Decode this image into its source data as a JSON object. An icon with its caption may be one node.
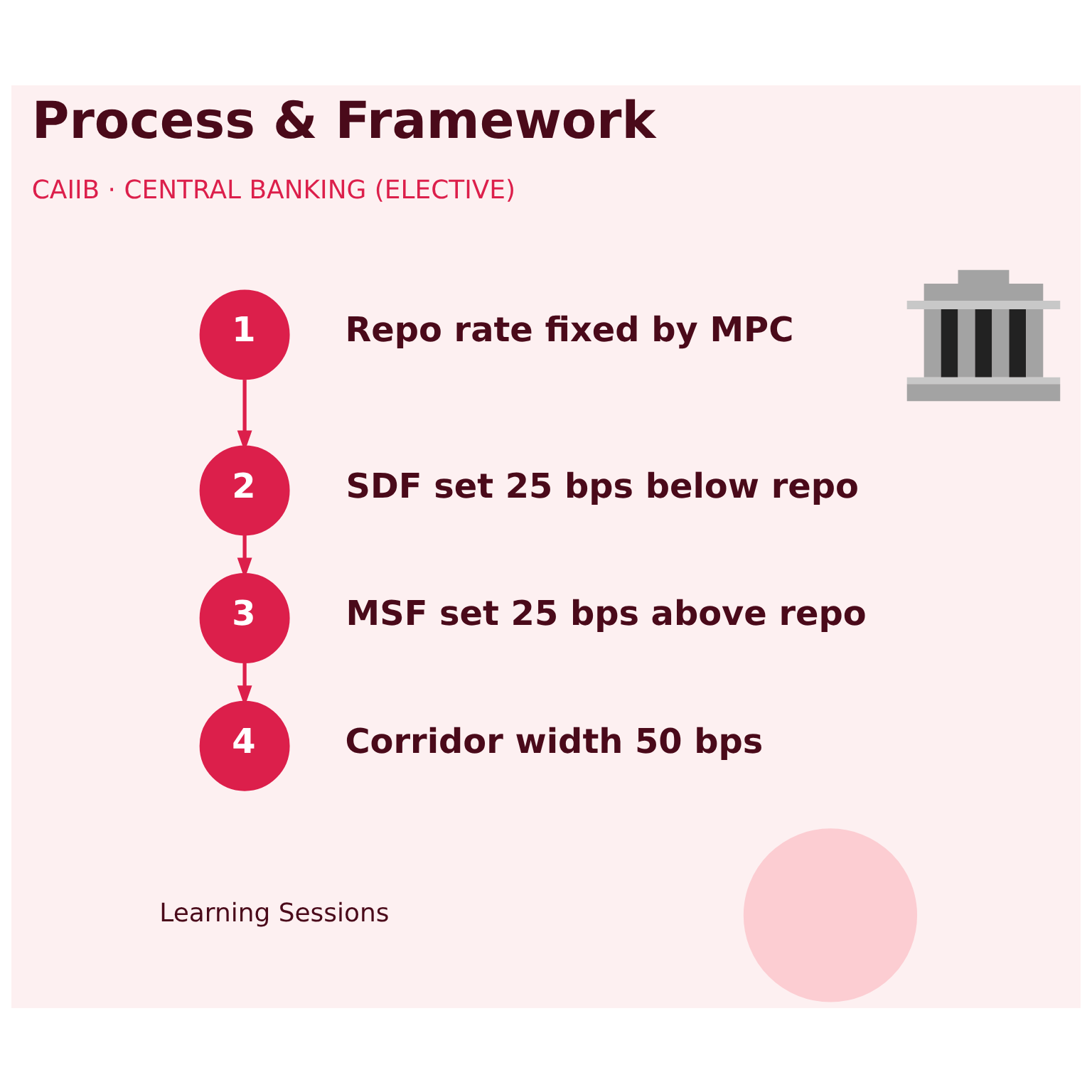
{
  "diagram": {
    "title": "Process & Framework",
    "nodes": [
      {
        "text": [
          "1"
        ],
        "beside": [
          "Repo rate fixed by MPC"
        ]
      },
      {
        "text": [
          "2"
        ],
        "beside": [
          "SDF set 25 bps below repo"
        ]
      },
      {
        "text": [
          "3"
        ],
        "beside": [
          "MSF set 25 bps above repo"
        ]
      },
      {
        "text": [
          "4"
        ],
        "beside": [
          "Corridor width 50 bps"
        ]
      },
      {
        "text": [],
        "shape": "circle"
      }
    ],
    "edges": [
      {
        "from": 0,
        "to": 1,
        "arrow": "to"
      },
      {
        "from": 1,
        "to": 2,
        "arrow": "to"
      },
      {
        "from": 2,
        "to": 3,
        "arrow": "to"
      }
    ],
    "labels": [
      "CAIIB · CENTRAL BANKING (ELECTIVE)",
      "Learning Sessions"
    ]
  }
}
